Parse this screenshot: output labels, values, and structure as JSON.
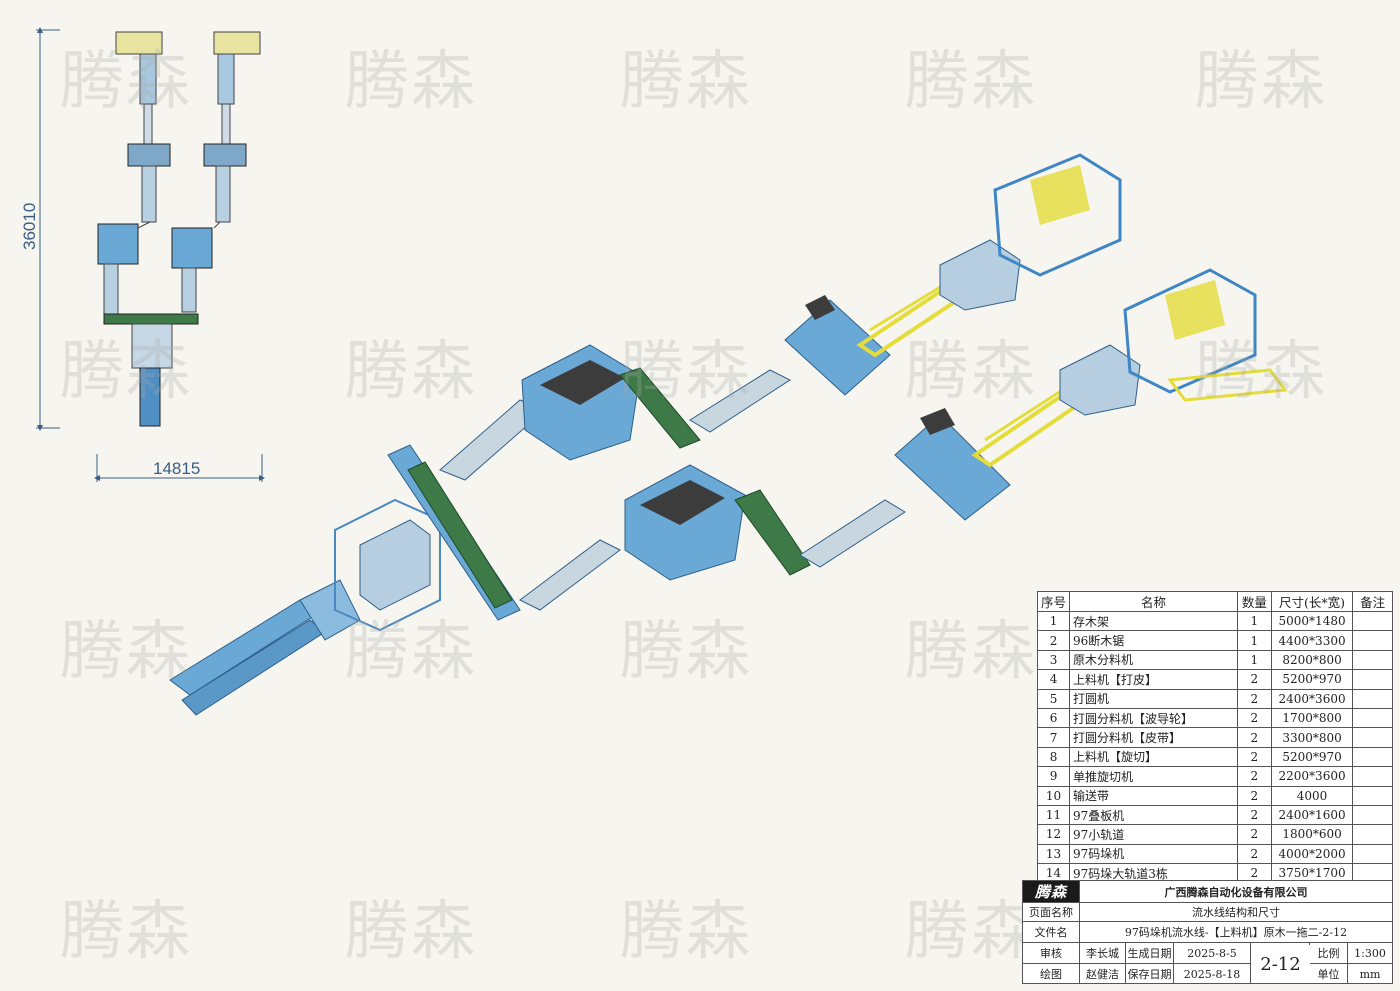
{
  "watermark": "腾森",
  "dimensions": {
    "height": "36010",
    "width": "14815"
  },
  "parts_table": {
    "headers": [
      "序号",
      "名称",
      "数量",
      "尺寸(长*宽)",
      "备注"
    ],
    "rows": [
      [
        "1",
        "存木架",
        "1",
        "5000*1480",
        ""
      ],
      [
        "2",
        "96断木锯",
        "1",
        "4400*3300",
        ""
      ],
      [
        "3",
        "原木分料机",
        "1",
        "8200*800",
        ""
      ],
      [
        "4",
        "上料机【打皮】",
        "2",
        "5200*970",
        ""
      ],
      [
        "5",
        "打圆机",
        "2",
        "2400*3600",
        ""
      ],
      [
        "6",
        "打圆分料机【波导轮】",
        "2",
        "1700*800",
        ""
      ],
      [
        "7",
        "打圆分料机【皮带】",
        "2",
        "3300*800",
        ""
      ],
      [
        "8",
        "上料机【旋切】",
        "2",
        "5200*970",
        ""
      ],
      [
        "9",
        "单推旋切机",
        "2",
        "2200*3600",
        ""
      ],
      [
        "10",
        "输送带",
        "2",
        "4000",
        ""
      ],
      [
        "11",
        "97叠板机",
        "2",
        "2400*1600",
        ""
      ],
      [
        "12",
        "97小轨道",
        "2",
        "1800*600",
        ""
      ],
      [
        "13",
        "97码垛机",
        "2",
        "4000*2000",
        ""
      ],
      [
        "14",
        "97码垛大轨道3栋",
        "2",
        "3750*1700",
        ""
      ]
    ]
  },
  "title_block": {
    "logo": "腾森",
    "company": "广西腾森自动化设备有限公司",
    "page_name_label": "页面名称",
    "page_name": "流水线结构和尺寸",
    "file_name_label": "文件名",
    "file_name": "97码垛机流水线-【上料机】原木一拖二-2-12",
    "review_label": "审核",
    "reviewer": "李长城",
    "created_label": "生成日期",
    "created_date": "2025-8-5",
    "drawing_label": "绘图",
    "drafter": "赵健洁",
    "saved_label": "保存日期",
    "saved_date": "2025-8-18",
    "drawing_no": "2-12",
    "scale_label": "比例",
    "scale": "1:300",
    "unit_label": "单位",
    "unit": "mm"
  },
  "colors": {
    "machine_blue": "#6aa8d6",
    "frame_blue": "#3f86c4",
    "conveyor_green": "#3d7a48",
    "rail_yellow": "#e4dc3a",
    "dark_gray": "#3c3c3c",
    "dim_line": "#3a5d86"
  }
}
